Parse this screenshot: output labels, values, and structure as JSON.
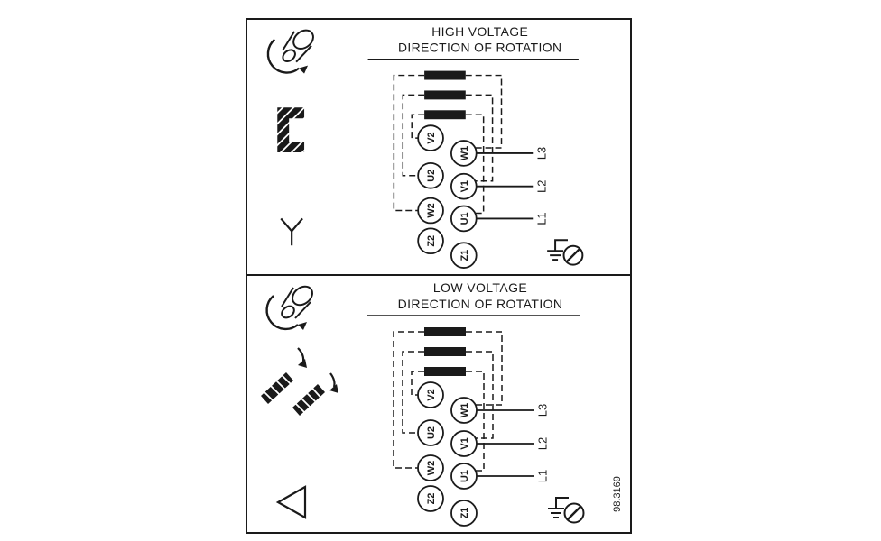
{
  "colors": {
    "ink": "#1a1a1a",
    "background": "#ffffff"
  },
  "figure": {
    "number": "98.3169"
  },
  "panels": [
    {
      "title_line1": "HIGH VOLTAGE",
      "title_line2": "DIRECTION OF ROTATION",
      "connection": "star",
      "terminals": {
        "col2": [
          "V2",
          "U2",
          "W2",
          "Z2"
        ],
        "col1": [
          "W1",
          "V1",
          "U1",
          "Z1"
        ]
      },
      "lines": [
        "L3",
        "L2",
        "L1"
      ]
    },
    {
      "title_line1": "LOW VOLTAGE",
      "title_line2": "DIRECTION OF ROTATION",
      "connection": "delta",
      "terminals": {
        "col2": [
          "V2",
          "U2",
          "W2",
          "Z2"
        ],
        "col1": [
          "W1",
          "V1",
          "U1",
          "Z1"
        ]
      },
      "lines": [
        "L3",
        "L2",
        "L1"
      ]
    }
  ]
}
